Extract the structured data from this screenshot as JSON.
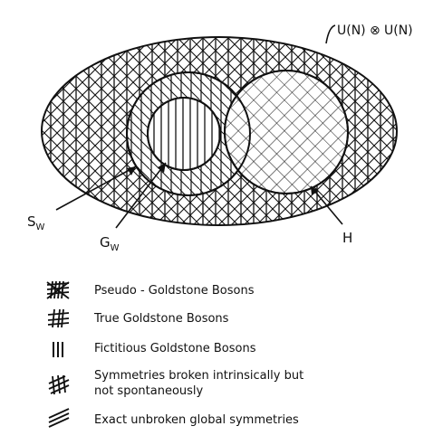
{
  "diagram": {
    "group_label_left": "U(N)",
    "group_label_op": "⊗",
    "group_label_right": "U(N)",
    "label_sw_main": "S",
    "label_sw_sub": "W",
    "label_gw_main": "G",
    "label_gw_sub": "W",
    "label_h": "H"
  },
  "legend": [
    {
      "text": "Pseudo - Goldstone Bosons",
      "icon": "dense-crosshatch-icon"
    },
    {
      "text": "True Goldstone Bosons",
      "icon": "hash-icon"
    },
    {
      "text": "Fictitious Goldstone Bosons",
      "icon": "vertical-lines-icon"
    },
    {
      "text": "Symmetries broken intrinsically but",
      "text2": "not spontaneously",
      "icon": "diagonal-grid-icon"
    },
    {
      "text": "Exact unbroken global symmetries",
      "icon": "diagonal-lines-icon"
    }
  ]
}
